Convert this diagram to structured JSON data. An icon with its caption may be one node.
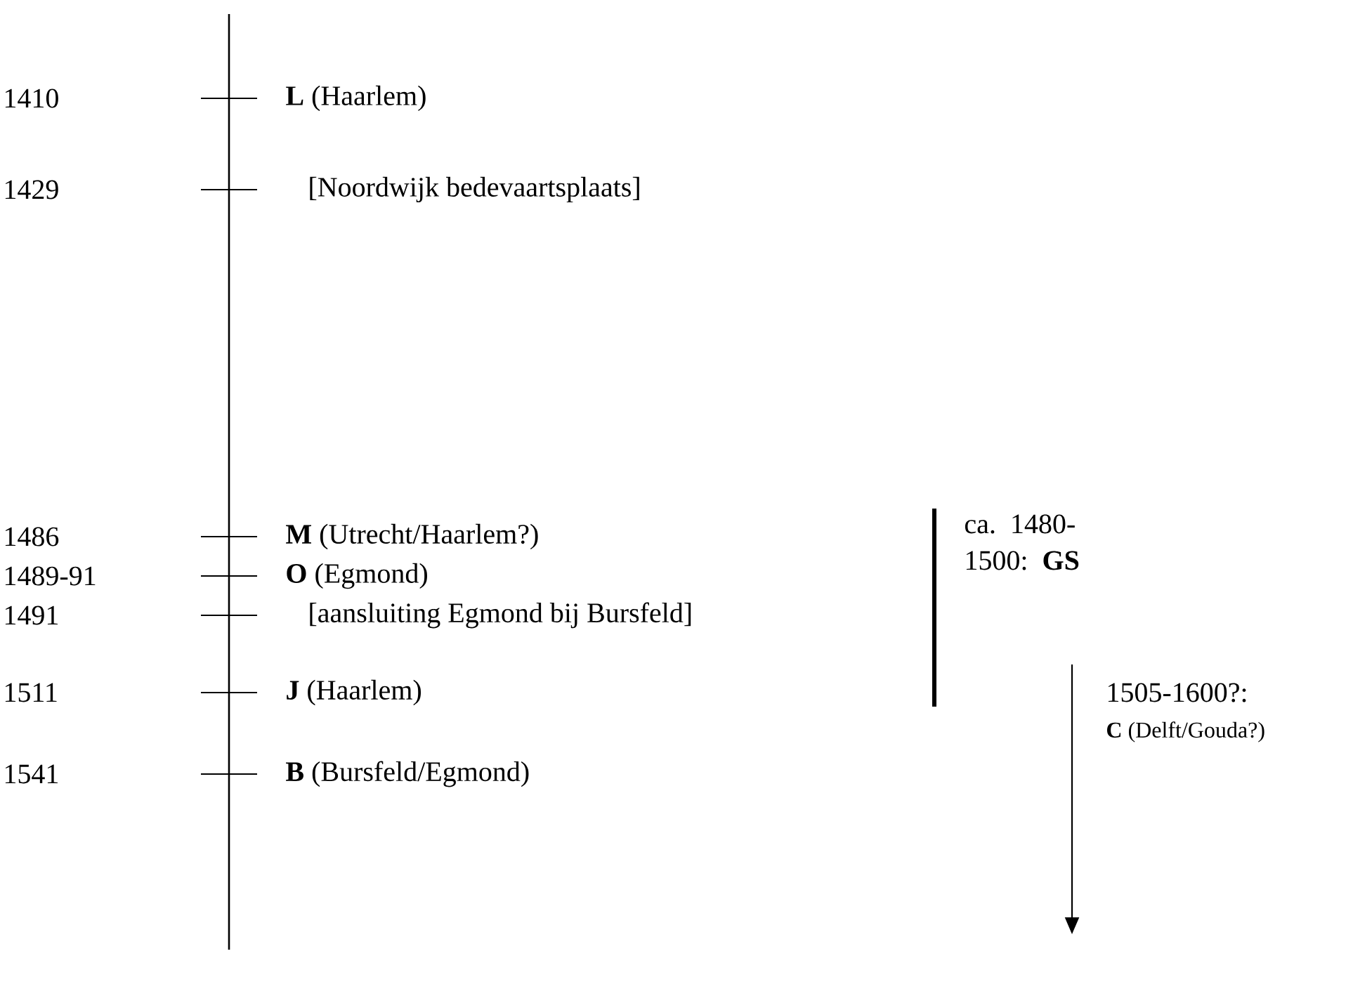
{
  "diagram": {
    "labels": [
      "1410",
      "**L** (Haarlem)",
      "1429",
      "[Noordwijk bedevaartsplaats]",
      "ca. 1480- 1500: **GS**",
      "1486",
      "**M** (Utrecht/Haarlem?)",
      "1489-91",
      "**O** (Egmond)",
      "1491",
      "[aansluiting Egmond bij Bursfeld]",
      "1511",
      "**J** (Haarlem)",
      "1505-1600?:",
      "**C** (Delft/Gouda?)",
      "1541",
      "**B** (Bursfeld/Egmond)"
    ]
  }
}
